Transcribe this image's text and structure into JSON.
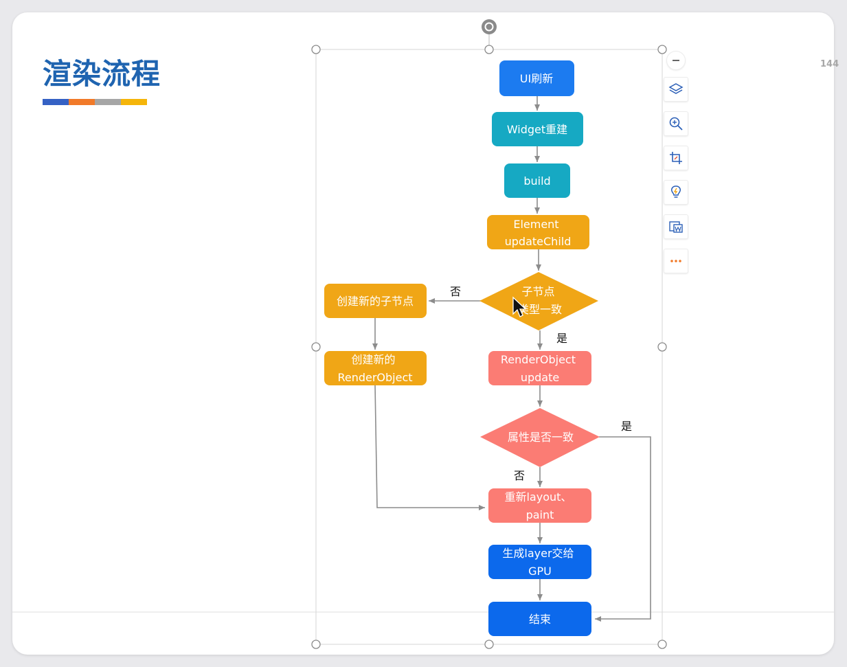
{
  "slide": {
    "title": "渲染流程",
    "page_number": "144",
    "accent_colors": [
      "#3561c4",
      "#f17a29",
      "#a6a6a6",
      "#f5b50a"
    ]
  },
  "toolbar": {
    "items": [
      {
        "icon": "minus-icon",
        "name": "collapse-button"
      },
      {
        "icon": "layers-icon",
        "name": "layers-button"
      },
      {
        "icon": "zoom-in-icon",
        "name": "zoom-button"
      },
      {
        "icon": "crop-icon",
        "name": "crop-button"
      },
      {
        "icon": "lightbulb-icon",
        "name": "ideas-button"
      },
      {
        "icon": "layout-icon",
        "name": "layout-button"
      },
      {
        "icon": "more-icon",
        "name": "more-button"
      }
    ]
  },
  "flowchart": {
    "colors": {
      "blue": "#1c7bf0",
      "teal": "#16a9c3",
      "orange": "#f0a616",
      "salmon": "#fb7c74",
      "deep_blue": "#0c69ec",
      "arrow": "#8c8c8c"
    },
    "nodes": {
      "ui_refresh": [
        "UI刷新"
      ],
      "widget_rebuild": [
        "Widget重建"
      ],
      "build": [
        "build"
      ],
      "element_update": [
        "Element",
        "updateChild"
      ],
      "child_type_check": [
        "子节点",
        "类型一致"
      ],
      "create_child": [
        "创建新的子节点"
      ],
      "create_render_object": [
        "创建新的",
        "RenderObject"
      ],
      "render_object_update": [
        "RenderObject",
        "update"
      ],
      "attr_check": [
        "属性是否一致"
      ],
      "relayout": [
        "重新layout、",
        "paint"
      ],
      "to_gpu": [
        "生成layer交给",
        "GPU"
      ],
      "end": [
        "结束"
      ]
    },
    "edge_labels": {
      "type_no": "否",
      "type_yes": "是",
      "attr_yes": "是",
      "attr_no": "否"
    }
  }
}
